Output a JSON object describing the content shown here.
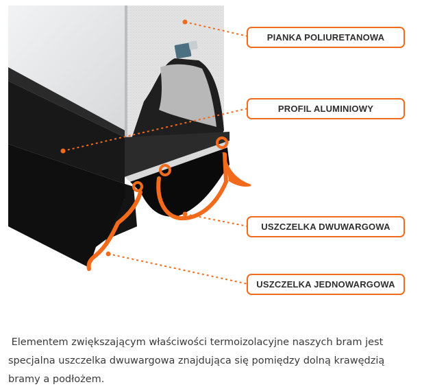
{
  "diagram": {
    "labels": {
      "foam": "PIANKA POLIURETANOWA",
      "profile": "PROFIL ALUMINIOWY",
      "double_seal": "USZCZELKA DWUWARGOWA",
      "single_seal": "USZCZELKA JEDNOWARGOWA"
    },
    "colors": {
      "accent": "#f26b1d",
      "panel": "#e6e7e8",
      "frame": "#1a1a1a",
      "profile": "#2c2c2c"
    }
  },
  "caption": {
    "text": " Elementem zwiększającym właściwości termoizolacyjne naszych bram jest specjalna uszczelka dwuwargowa znajdująca się pomiędzy dolną krawędzią bramy a podłożem."
  }
}
